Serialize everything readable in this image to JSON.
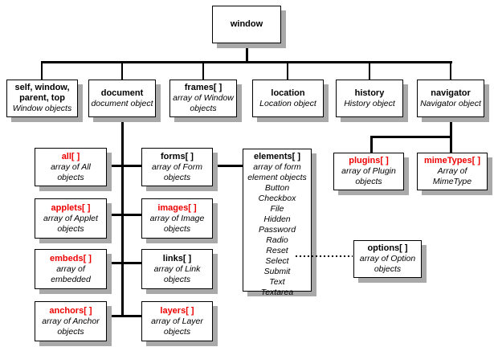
{
  "colors": {
    "red": "#ee0000",
    "shadow": "#a9a9a9",
    "line": "#000000",
    "background": "#ffffff"
  },
  "red_title_nodes": [
    "all",
    "applets",
    "embeds",
    "anchors",
    "images",
    "layers",
    "plugins",
    "mimeTypes"
  ],
  "nodes": {
    "window": {
      "title": "window"
    },
    "self_top": {
      "title": "self, window, parent, top",
      "desc": [
        "Window objects"
      ]
    },
    "document": {
      "title": "document",
      "desc": [
        "document object"
      ]
    },
    "frames": {
      "title": "frames[ ]",
      "desc": [
        "array of Window\nobjects"
      ]
    },
    "location": {
      "title": "location",
      "desc": [
        "Location object"
      ]
    },
    "history": {
      "title": "history",
      "desc": [
        "History object"
      ]
    },
    "navigator": {
      "title": "navigator",
      "desc": [
        "Navigator object"
      ]
    },
    "all": {
      "title": "all[ ]",
      "desc": [
        "array of All\nobjects"
      ]
    },
    "forms": {
      "title": "forms[ ]",
      "desc": [
        "array of Form\nobjects"
      ]
    },
    "elements": {
      "title": "elements[ ]",
      "desc": [
        "array of form\nelement objects",
        "Button",
        "Checkbox",
        "File",
        "Hidden",
        "Password",
        "Radio",
        "Reset",
        "Select",
        "Submit",
        "Text",
        "Textarea"
      ]
    },
    "plugins": {
      "title": "plugins[ ]",
      "desc": [
        "array of Plugin\nobjects"
      ]
    },
    "mimeTypes": {
      "title": "mimeTypes[ ]",
      "desc": [
        "Array of\nMimeType"
      ]
    },
    "applets": {
      "title": "applets[ ]",
      "desc": [
        "array of Applet\nobjects"
      ]
    },
    "images": {
      "title": "images[ ]",
      "desc": [
        "array of Image\nobjects"
      ]
    },
    "embeds": {
      "title": "embeds[ ]",
      "desc": [
        "array of\nembedded"
      ]
    },
    "links": {
      "title": "links[ ]",
      "desc": [
        "array of Link\nobjects"
      ]
    },
    "anchors": {
      "title": "anchors[ ]",
      "desc": [
        "array of Anchor\nobjects"
      ]
    },
    "layers": {
      "title": "layers[ ]",
      "desc": [
        "array of Layer\nobjects"
      ]
    },
    "options": {
      "title": "options[ ]",
      "desc": [
        "array of Option\nobjects"
      ]
    }
  }
}
